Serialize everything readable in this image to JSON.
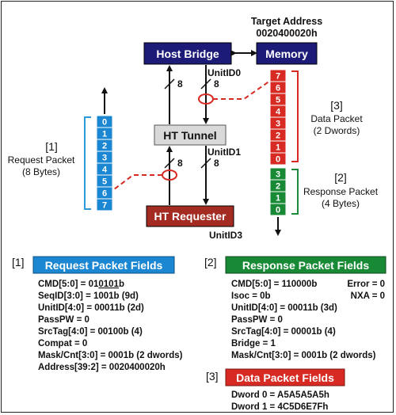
{
  "colors": {
    "navy": "#1c1c78",
    "brown": "#a32b22",
    "gray_box": "#d9d9d9",
    "blue_cell": "#1b86d1",
    "red_cell": "#d62a22",
    "green_cell": "#188a36",
    "dashed_red": "#d62a22",
    "brace_blue": "#2a9ad8",
    "brace_red": "#d62a22",
    "brace_green": "#1c8a3a"
  },
  "target_address": {
    "label": "Target Address",
    "value": "0020400020h"
  },
  "boxes": {
    "host_bridge": "Host Bridge",
    "memory": "Memory",
    "ht_tunnel": "HT Tunnel",
    "ht_requester": "HT Requester"
  },
  "unit_ids": {
    "unit0": "UnitID0",
    "unit1": "UnitID1",
    "unit3": "UnitID3"
  },
  "bus_width": "8",
  "request_packet": {
    "tag": "[1]",
    "line1": "Request Packet",
    "line2": "(8 Bytes)",
    "cells": [
      "0",
      "1",
      "2",
      "3",
      "4",
      "5",
      "6",
      "7"
    ]
  },
  "data_packet": {
    "tag": "[3]",
    "line1": "Data Packet",
    "line2": "(2 Dwords)",
    "cells": [
      "7",
      "6",
      "5",
      "4",
      "3",
      "2",
      "1",
      "0"
    ]
  },
  "response_packet": {
    "tag": "[2]",
    "line1": "Response Packet",
    "line2": "(4 Bytes)",
    "cells": [
      "3",
      "2",
      "1",
      "0"
    ]
  },
  "request_fields": {
    "tag": "[1]",
    "title": "Request Packet Fields",
    "cmd_prefix": "CMD[5:0] = 01",
    "cmd_underlined": "0101",
    "cmd_suffix": "b",
    "lines": [
      "SeqID[3:0] = 1001b (9d)",
      "UnitID[4:0] = 00011b (2d)",
      "PassPW = 0",
      "SrcTag[4:0] = 00100b (4)",
      "Compat = 0",
      "Mask/Cnt[3:0] = 0001b (2 dwords)",
      "Address[39:2] = 0020400020h"
    ]
  },
  "response_fields": {
    "tag": "[2]",
    "title": "Response Packet Fields",
    "lines": [
      "CMD[5:0] = 110000b",
      "Isoc = 0b",
      "UnitID[4:0] = 00011b (3d)",
      "PassPW = 0",
      "SrcTag[4:0] = 00001b (4)",
      "Bridge = 1",
      "Mask/Cnt[3:0] = 0001b (2 dwords)"
    ],
    "side_lines": [
      "Error = 0",
      "NXA = 0"
    ]
  },
  "data_fields": {
    "tag": "[3]",
    "title": "Data Packet Fields",
    "lines": [
      "Dword 0 = A5A5A5A5h",
      "Dword 1 = 4C5D6E7Fh"
    ]
  }
}
